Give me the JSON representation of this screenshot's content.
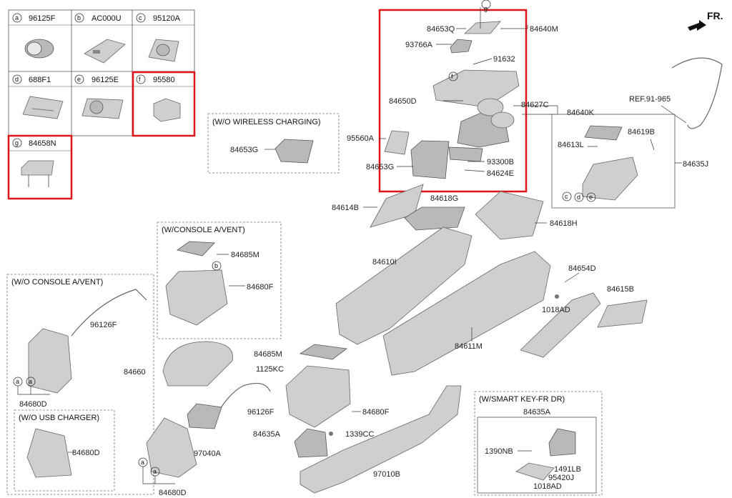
{
  "front_indicator": "FR.",
  "ref_label": "REF.91-965",
  "legend": [
    {
      "letter": "a",
      "part": "96125F"
    },
    {
      "letter": "b",
      "part": "AC000U"
    },
    {
      "letter": "c",
      "part": "95120A"
    },
    {
      "letter": "d",
      "part": "688F1"
    },
    {
      "letter": "e",
      "part": "96125E"
    },
    {
      "letter": "f",
      "part": "95580"
    },
    {
      "letter": "g",
      "part": "84658N"
    }
  ],
  "sections": {
    "wo_wireless": "(W/O WIRELESS CHARGING)",
    "w_console_vent": "(W/CONSOLE A/VENT)",
    "wo_console_vent": "(W/O CONSOLE A/VENT)",
    "wo_usb": "(W/O USB CHARGER)",
    "w_smart_key": "(W/SMART KEY-FR DR)"
  },
  "labels": {
    "p84653Q": "84653Q",
    "p84640M": "84640M",
    "p93766A": "93766A",
    "p91632": "91632",
    "p84650D": "84650D",
    "p84627C": "84627C",
    "p84640K": "84640K",
    "p95560A": "95560A",
    "p84653G_top": "84653G",
    "p93300B": "93300B",
    "p84624E": "84624E",
    "p84653G_wo": "84653G",
    "p84614B": "84614B",
    "p84618G": "84618G",
    "p84618H": "84618H",
    "p84685M_a": "84685M",
    "p84680F_a": "84680F",
    "p84610I": "84610I",
    "p96126F_a": "96126F",
    "p84680D_a": "84680D",
    "p84680D_b": "84680D",
    "p84654D": "84654D",
    "p84615B": "84615B",
    "p1018AD_a": "1018AD",
    "p84611M": "84611M",
    "p84685M_b": "84685M",
    "p1125KC": "1125KC",
    "p84660": "84660",
    "p96126F_b": "96126F",
    "p84680F_b": "84680F",
    "p84635A_a": "84635A",
    "p1339CC": "1339CC",
    "p97040A": "97040A",
    "p97010B": "97010B",
    "p84680D_c": "84680D",
    "p84619B": "84619B",
    "p84613L": "84613L",
    "p84635J": "84635J",
    "p84635A_b": "84635A",
    "p1390NB": "1390NB",
    "p1491LB": "1491LB",
    "p95420J": "95420J",
    "p1018AD_b": "1018AD"
  },
  "callouts": {
    "a": "a",
    "b": "b",
    "c": "c",
    "d": "d",
    "e": "e",
    "f": "f",
    "g": "g"
  }
}
